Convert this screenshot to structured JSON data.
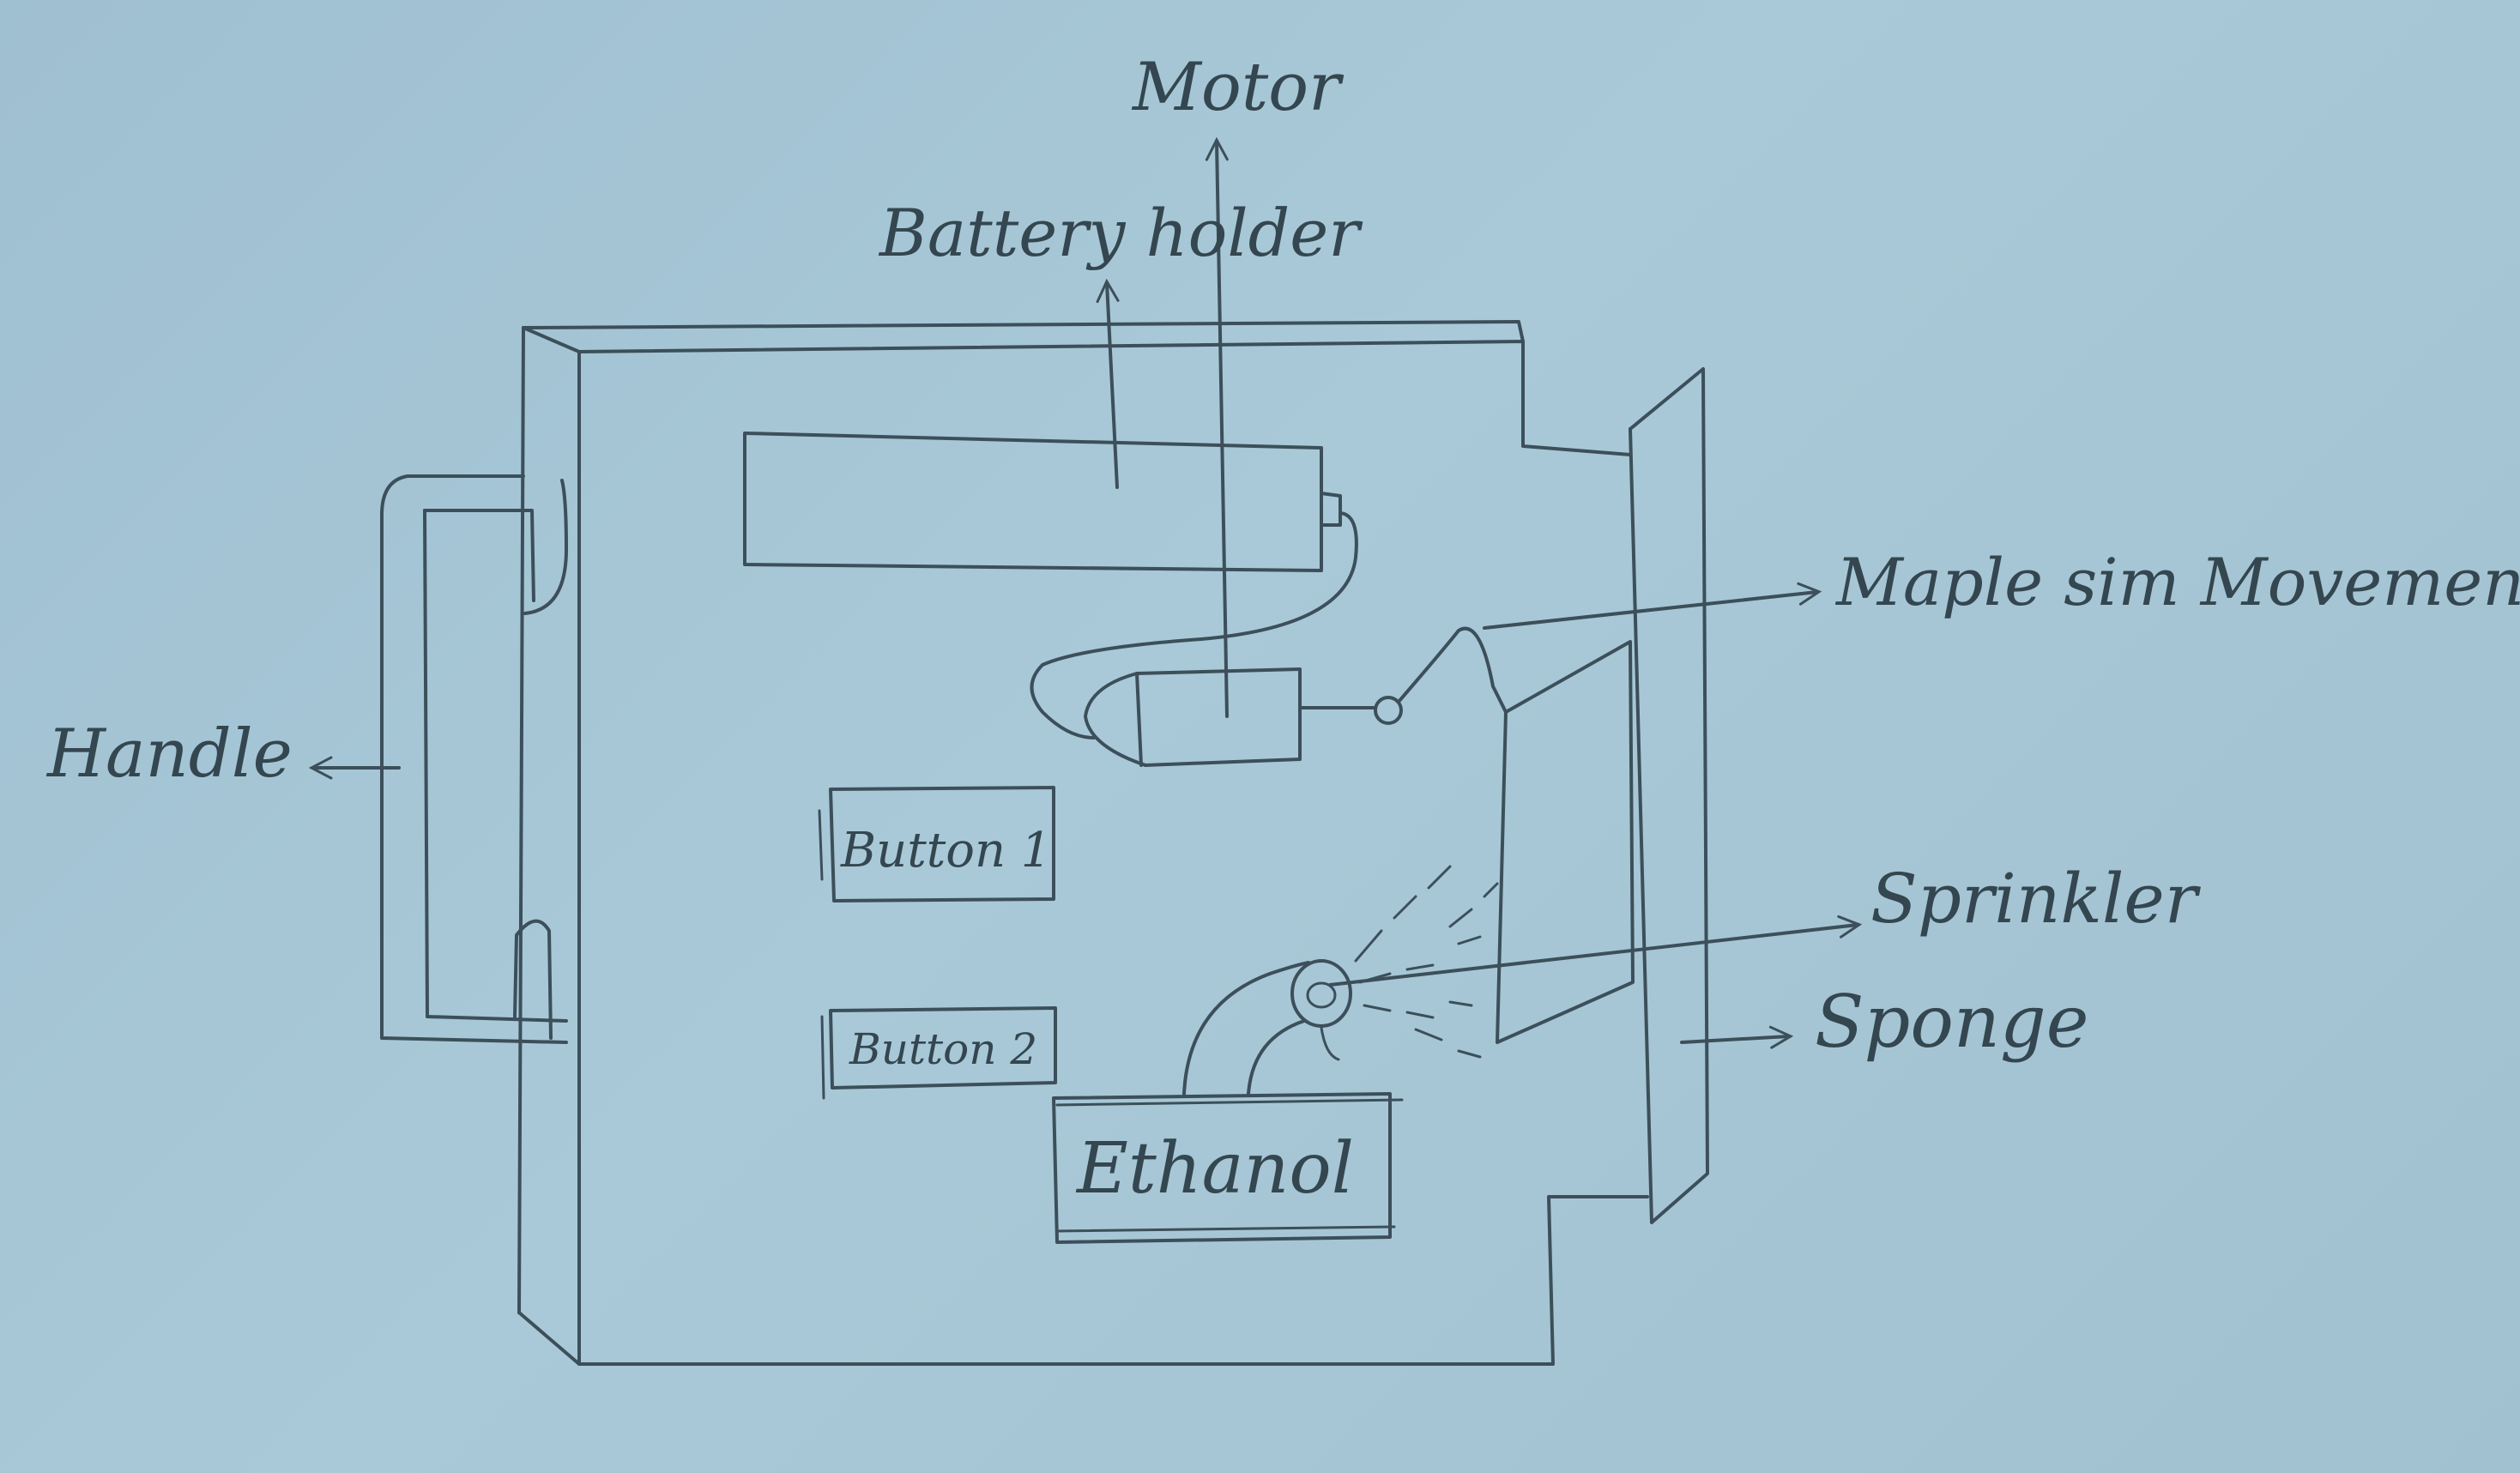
{
  "labels": {
    "motor": "Motor",
    "battery_holder": "Battery holder",
    "handle": "Handle",
    "maple_sim_movement": "Maple sim Movement",
    "sprinkler": "Sprinkler",
    "sponge": "Sponge"
  },
  "components": {
    "button1": "Button 1",
    "button2": "Button 2",
    "ethanol": "Ethanol"
  },
  "colors": {
    "paper": "#a3c4d4",
    "ink": "#3c4f5a"
  }
}
